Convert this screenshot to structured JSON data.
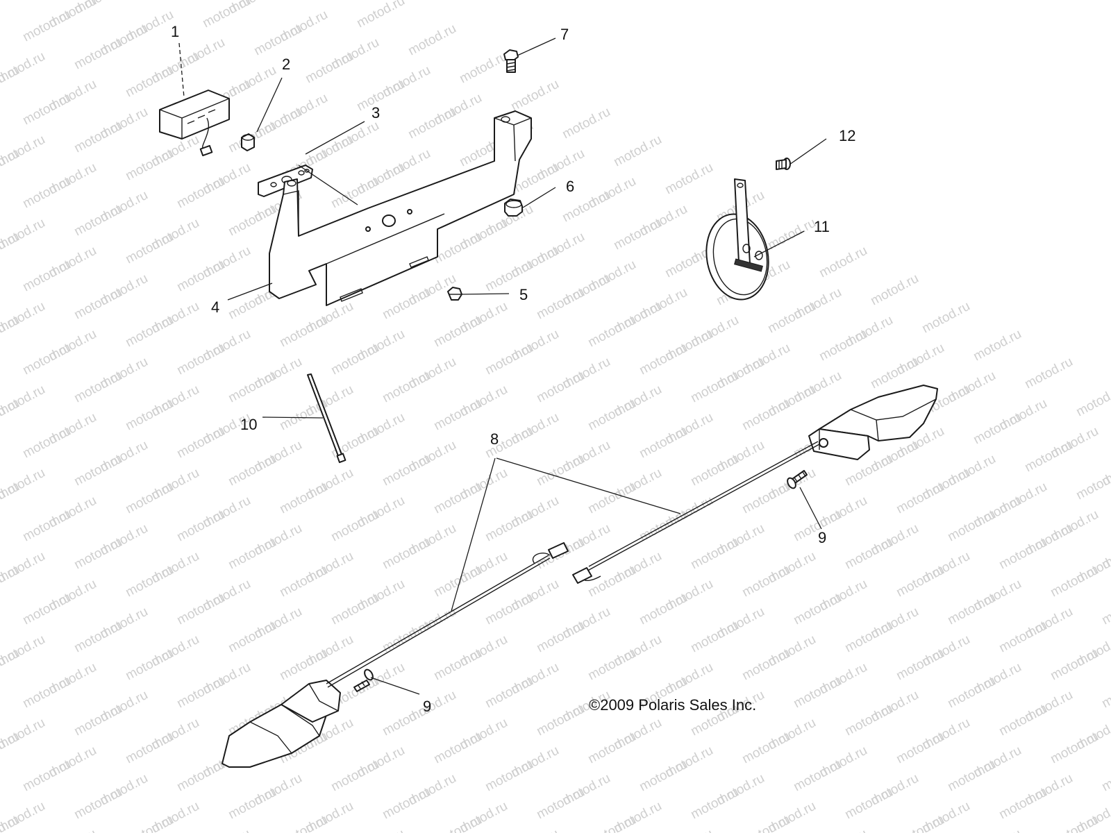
{
  "watermark_text": "motod.ru",
  "copyright": "©2009 Polaris Sales Inc.",
  "callouts": {
    "c1": "1",
    "c2": "2",
    "c3": "3",
    "c4": "4",
    "c5": "5",
    "c6": "6",
    "c7": "7",
    "c8": "8",
    "c9a": "9",
    "c9b": "9",
    "c10": "10",
    "c11": "11",
    "c12": "12"
  },
  "colors": {
    "line": "#1a1a1a",
    "watermark": "#cfcfcf",
    "background": "#ffffff"
  }
}
